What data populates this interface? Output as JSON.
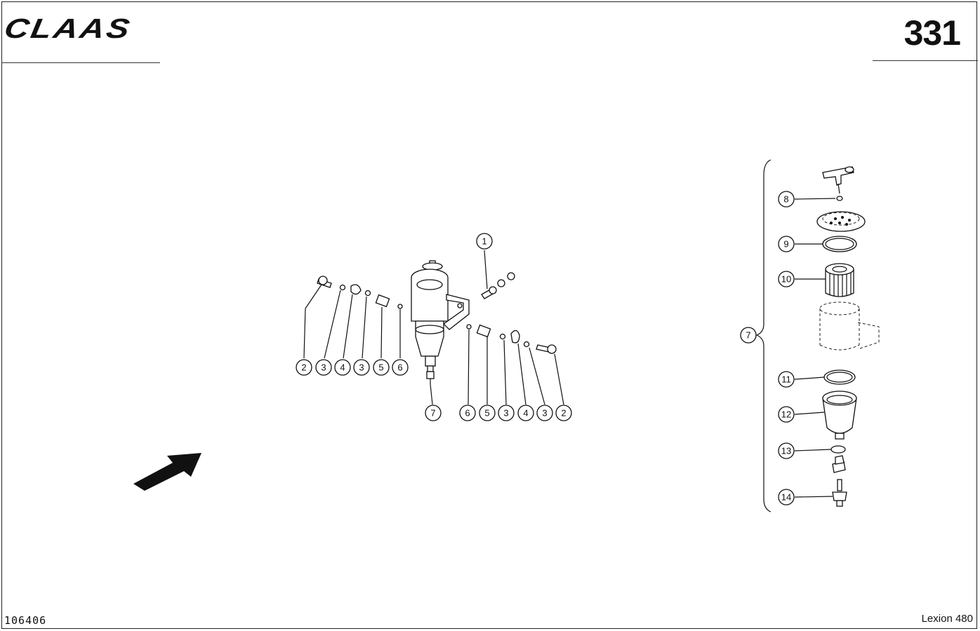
{
  "header": {
    "brand": "CLAAS",
    "page_number": "331"
  },
  "footer": {
    "document_id": "106406",
    "model": "Lexion 480"
  },
  "callouts": {
    "c1": "1",
    "c2": "2",
    "c3": "3",
    "c4": "4",
    "c5": "5",
    "c6": "6",
    "c7": "7",
    "c8": "8",
    "c9": "9",
    "c10": "10",
    "c11": "11",
    "c12": "12",
    "c13": "13",
    "c14": "14"
  },
  "icons": {
    "direction_arrow": "arrow-up-right-icon"
  }
}
